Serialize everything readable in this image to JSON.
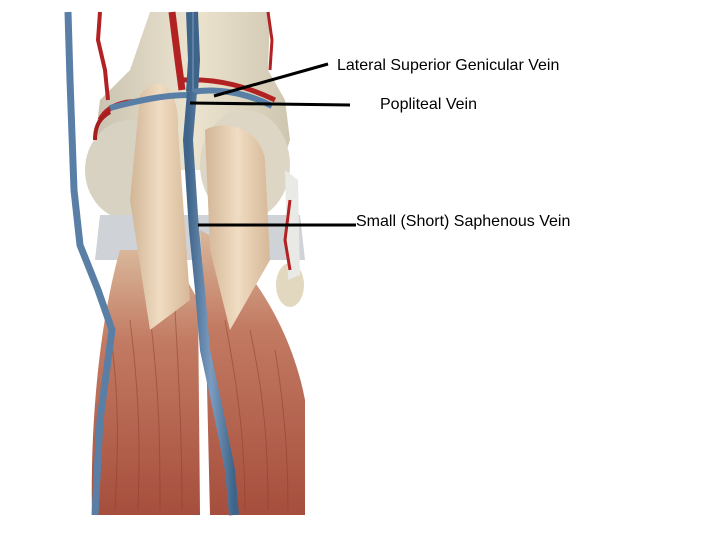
{
  "labels": {
    "lateral_superior_genicular_vein": "Lateral Superior Genicular Vein",
    "popliteal_vein": "Popliteal Vein",
    "small_saphenous_vein": "Small (Short) Saphenous Vein"
  },
  "colors": {
    "background": "#ffffff",
    "vein": "#5a7fa6",
    "artery": "#b22222",
    "bone": "#e6dcc4",
    "muscle": "#b8624e",
    "tendon": "#e5cfb3",
    "leader_line": "#000000"
  }
}
